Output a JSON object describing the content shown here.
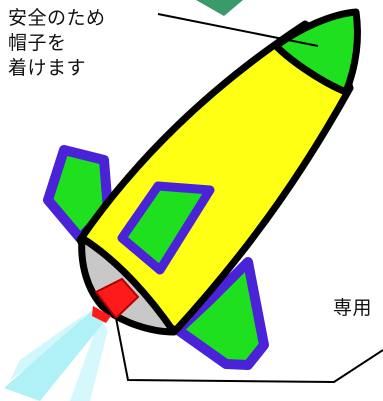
{
  "labels": {
    "helmet_line1": "安全のため",
    "helmet_line2": "帽子を",
    "helmet_line3": "着けます",
    "nozzle_partial": "専用"
  },
  "colors": {
    "body": "#ffff14",
    "nose": "#1fe01f",
    "fin_fill": "#1fe01f",
    "fin_border": "#4a22d8",
    "outline": "#000000",
    "base": "#c8c8c8",
    "nozzle": "#ff1a1a",
    "exhaust": "#a8f0f8",
    "flame_top": "#3a9a6a"
  },
  "icons": {
    "rocket": "rocket-illustration"
  }
}
